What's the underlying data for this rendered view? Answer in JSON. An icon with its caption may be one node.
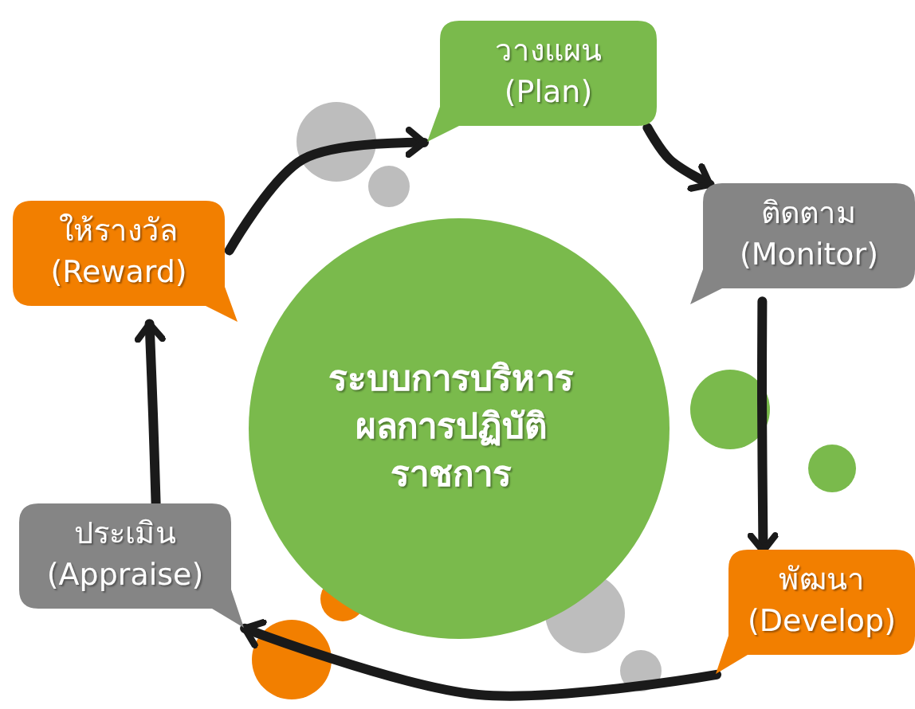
{
  "diagram": {
    "nodes": [
      {
        "text": [
          "ระบบการบริหารผลการปฏิบัติราชการ"
        ]
      },
      {
        "text": [
          "วางแผน",
          "(Plan)"
        ]
      },
      {
        "text": [
          "ติดตาม",
          "(Monitor)"
        ]
      },
      {
        "text": [
          "พัฒนา",
          "(Develop)"
        ]
      },
      {
        "text": [
          "ประเมิน",
          "(Appraise)"
        ]
      },
      {
        "text": [
          "ให้รางวัล",
          "(Reward)"
        ]
      }
    ],
    "edges": [
      {
        "from": 1,
        "to": 2,
        "arrow": "to"
      },
      {
        "from": 2,
        "to": 3,
        "arrow": "to"
      },
      {
        "from": 3,
        "to": 4,
        "arrow": "to"
      },
      {
        "from": 4,
        "to": 5,
        "arrow": "to"
      },
      {
        "from": 5,
        "to": 1,
        "arrow": "to"
      }
    ]
  }
}
